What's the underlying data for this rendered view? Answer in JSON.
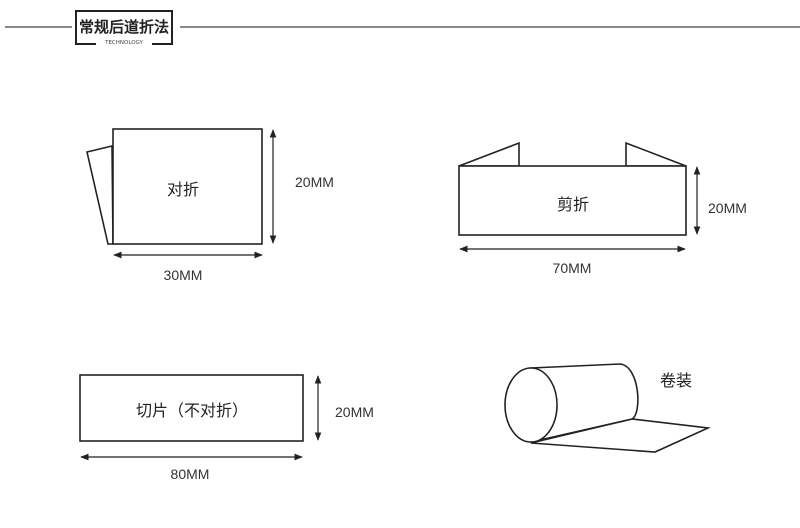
{
  "header": {
    "title": "常规后道折法",
    "subtitle": "TECHNOLOGY"
  },
  "folds": {
    "half_fold": {
      "label": "对折",
      "height": "20MM",
      "width": "30MM"
    },
    "end_fold": {
      "label": "剪折",
      "height": "20MM",
      "width": "70MM"
    },
    "cut_single": {
      "label": "切片（不对折）",
      "height": "20MM",
      "width": "80MM"
    },
    "roll": {
      "label": "卷装"
    }
  }
}
